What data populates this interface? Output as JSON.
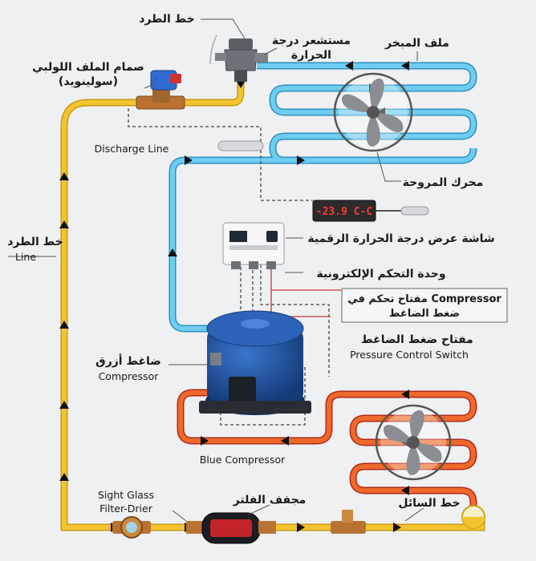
{
  "labels": {
    "discharge_line_ar": "خط الطرد",
    "thermostat_ar_1": "مستشعر درجة",
    "thermostat_ar_2": "الحرارة",
    "solenoid_ar_1": "صمام الملف اللولبي",
    "solenoid_ar_2": "(سولينويد)",
    "evaporator_ar": "ملف المبخر",
    "discharge_line_en": "Discharge Line",
    "fan_motor_ar": "محرك المروحة",
    "display_value": "-23.9 C-C",
    "digital_display_ar": "شاشة عرض درجة الحرارة الرقمية",
    "electronic_control_ar": "وحدة التحكم الإلكترونية",
    "compressor_switch_ar_1": "مفتاح تحكم في Compressor",
    "compressor_switch_ar_2": "ضغط الضاغط",
    "pressure_switch_ar": "مفتاح ضغط الضاغط",
    "pressure_switch_en": "Pressure Control Switch",
    "left_line_ar": "خط الطرد",
    "left_line_en": "Line",
    "compressor_ar": "ضاغط أزرق",
    "compressor_en": "Compressor",
    "blue_compressor_en": "Blue Compressor",
    "sight_glass_en_1": "Sight Glass",
    "sight_glass_en_2": "Filter-Drier",
    "filter_drier_ar": "مجفف الفلتر",
    "liquid_line_ar": "خط السائل"
  },
  "colors": {
    "suction_blue": "#5cc0e8",
    "liquid_yellow": "#f4c430",
    "hot_red": "#e23b2a",
    "hot_orange": "#f08a2a",
    "compressor_blue": "#1f4f9c",
    "display_red": "#ff3b2f"
  }
}
